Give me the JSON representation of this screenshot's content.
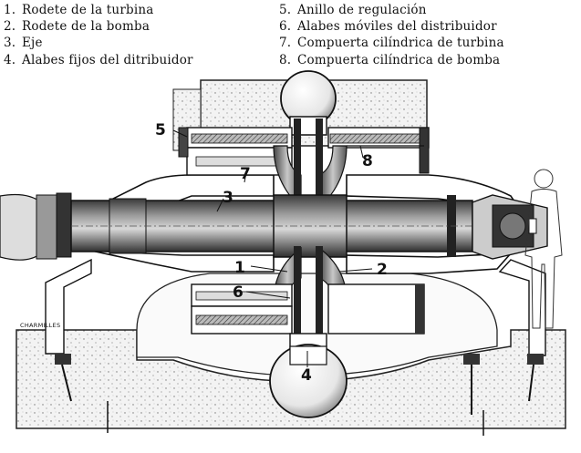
{
  "legend": {
    "left": [
      {
        "num": "1.",
        "text": "Rodete de la turbina"
      },
      {
        "num": "2.",
        "text": "Rodete de la bomba"
      },
      {
        "num": "3.",
        "text": "Eje"
      },
      {
        "num": "4.",
        "text": "Alabes fijos del ditribuidor"
      }
    ],
    "right": [
      {
        "num": "5.",
        "text": "Anillo de regulación"
      },
      {
        "num": "6.",
        "text": "Alabes móviles del distribuidor"
      },
      {
        "num": "7.",
        "text": "Compuerta cilíndrica de turbina"
      },
      {
        "num": "8.",
        "text": "Compuerta cilíndrica de bomba"
      }
    ]
  },
  "callouts": {
    "c1": "1",
    "c2": "2",
    "c3": "3",
    "c4": "4",
    "c5": "5",
    "c6": "6",
    "c7": "7",
    "c8": "8"
  },
  "brand": "CHARMILLES"
}
